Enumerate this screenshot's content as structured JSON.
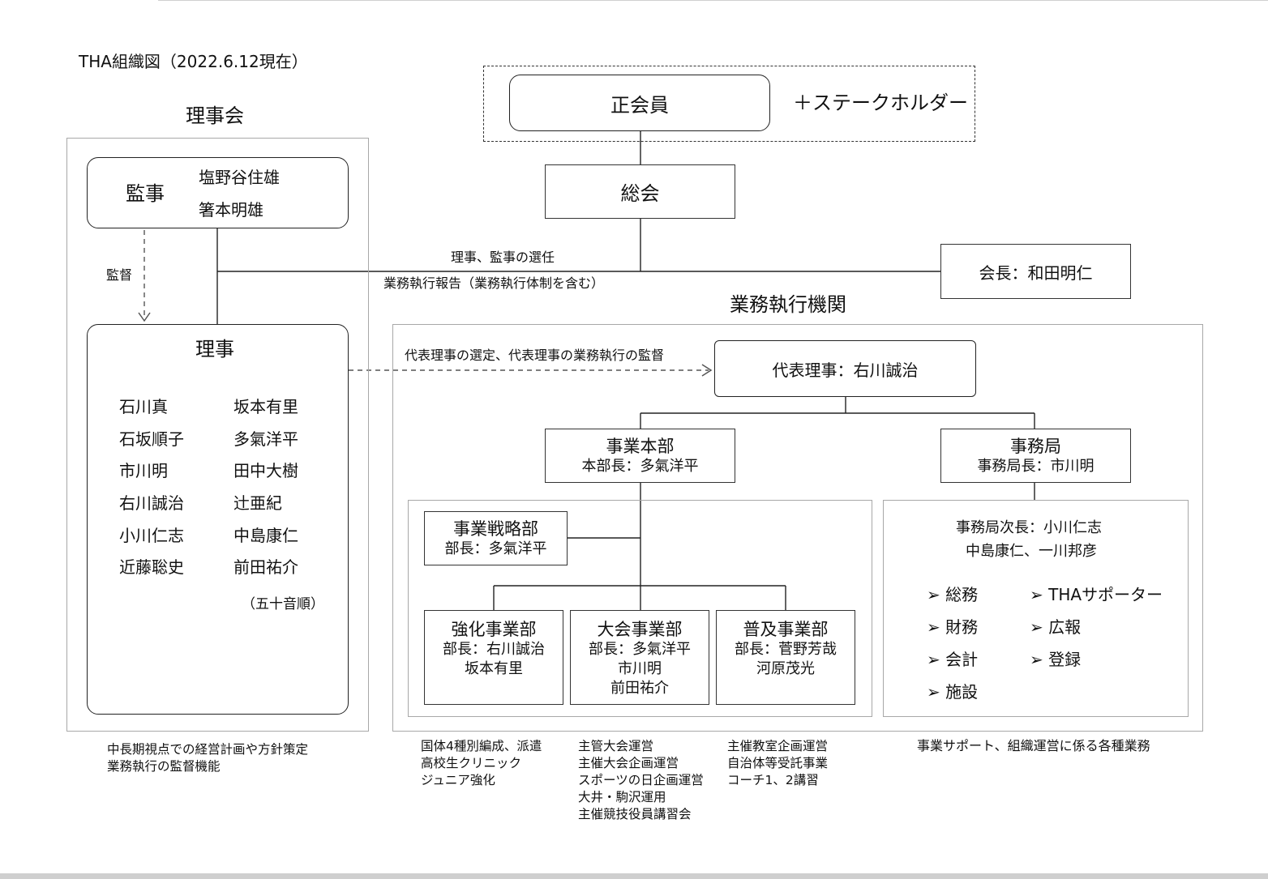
{
  "title": "THA組織図（2022.6.12現在）",
  "board": {
    "heading": "理事会",
    "auditor": {
      "label": "監事",
      "names": [
        "塩野谷住雄",
        "箸本明雄"
      ]
    },
    "supervision_label": "監督",
    "directors": {
      "label": "理事",
      "col1": [
        "石川真",
        "石坂順子",
        "市川明",
        "右川誠治",
        "小川仁志",
        "近藤聡史"
      ],
      "col2": [
        "坂本有里",
        "多氣洋平",
        "田中大樹",
        "辻亜紀",
        "中島康仁",
        "前田祐介"
      ],
      "note": "（五十音順）"
    },
    "role": [
      "中長期視点での経営計画や方針策定",
      "業務執行の監督機能"
    ]
  },
  "members": {
    "label": "正会員",
    "stakeholders": "＋ステークホルダー"
  },
  "general_meeting": "総会",
  "edge_labels": {
    "election": "理事、監事の選任",
    "report": "業務執行報告（業務執行体制を含む）",
    "representative": "代表理事の選定、代表理事の業務執行の監督"
  },
  "chairman": "会長：和田明仁",
  "execution": {
    "heading": "業務執行機関",
    "representative": "代表理事：右川誠治",
    "business_hq": {
      "title": "事業本部",
      "head": "本部長：多氣洋平"
    },
    "strategy": {
      "title": "事業戦略部",
      "head": "部長：多氣洋平"
    },
    "depts": [
      {
        "title": "強化事業部",
        "head": "部長：右川誠治",
        "members": [
          "坂本有里"
        ],
        "duties": [
          "国体4種別編成、派遣",
          "高校生クリニック",
          "ジュニア強化"
        ]
      },
      {
        "title": "大会事業部",
        "head": "部長：多氣洋平",
        "members": [
          "市川明",
          "前田祐介"
        ],
        "duties": [
          "主管大会運営",
          "主催大会企画運営",
          "スポーツの日企画運営",
          "大井・駒沢運用",
          "主催競技役員講習会"
        ]
      },
      {
        "title": "普及事業部",
        "head": "部長：菅野芳哉",
        "members": [
          "河原茂光"
        ],
        "duties": [
          "主催教室企画運営",
          "自治体等受託事業",
          "コーチ1、2講習"
        ]
      }
    ],
    "secretariat": {
      "title": "事務局",
      "head": "事務局長：市川明",
      "deputy": "事務局次長：小川仁志",
      "staff": "中島康仁、一川邦彦",
      "tasks_col1": [
        "総務",
        "財務",
        "会計",
        "施設"
      ],
      "tasks_col2": [
        "THAサポーター",
        "広報",
        "登録"
      ],
      "role": "事業サポート、組織運営に係る各種業務"
    }
  }
}
